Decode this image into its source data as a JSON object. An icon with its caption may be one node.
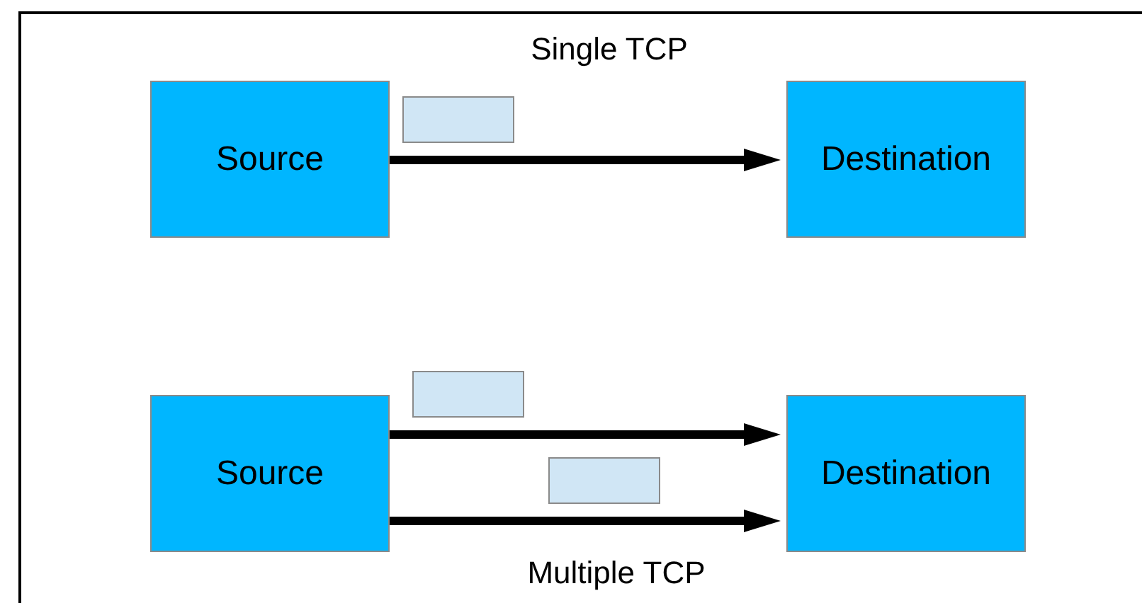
{
  "diagram": {
    "nodes": [
      {
        "text": [
          "Source"
        ]
      },
      {
        "text": [
          "Destination"
        ]
      },
      {
        "text": [
          "Source"
        ]
      },
      {
        "text": [
          "Destination"
        ]
      },
      {
        "text": [],
        "shape": "box"
      },
      {
        "text": [],
        "shape": "box"
      },
      {
        "text": [],
        "shape": "box"
      }
    ],
    "edges": [
      {
        "from": 0,
        "to": 1,
        "arrow": "to"
      },
      {
        "from": 2,
        "to": 3,
        "arrow": "to"
      },
      {
        "from": 2,
        "to": 3,
        "arrow": "to"
      }
    ],
    "labels": [
      "Single TCP",
      "Multiple TCP"
    ]
  }
}
